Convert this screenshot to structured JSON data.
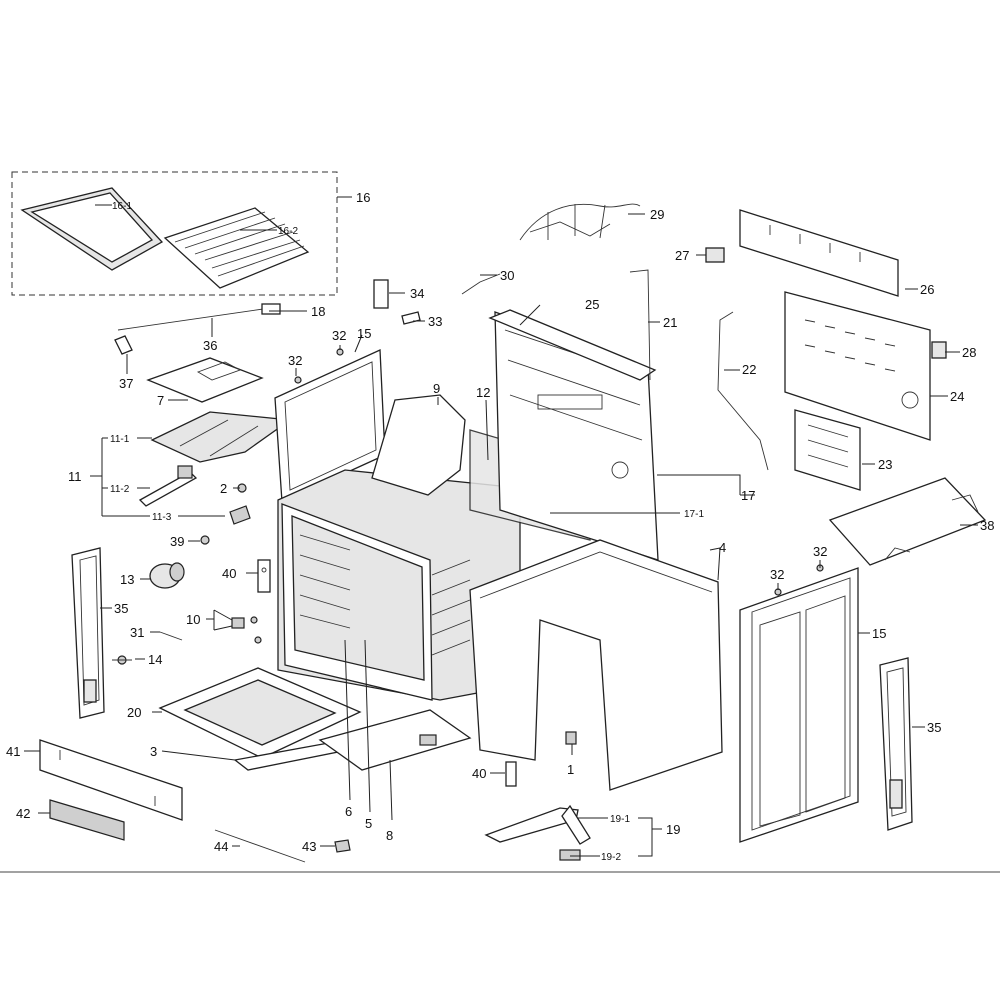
{
  "callouts": {
    "c1": "1",
    "c2": "2",
    "c3": "3",
    "c4": "4",
    "c5": "5",
    "c6": "6",
    "c7": "7",
    "c8": "8",
    "c9": "9",
    "c10": "10",
    "c11": "11",
    "c11_1": "11-1",
    "c11_2": "11-2",
    "c11_3": "11-3",
    "c12": "12",
    "c13": "13",
    "c14": "14",
    "c15a": "15",
    "c15b": "15",
    "c16": "16",
    "c16_1": "16-1",
    "c16_2": "16-2",
    "c17": "17",
    "c17_1": "17-1",
    "c18": "18",
    "c19": "19",
    "c19_1": "19-1",
    "c19_2": "19-2",
    "c20": "20",
    "c21": "21",
    "c22": "22",
    "c23": "23",
    "c24": "24",
    "c25": "25",
    "c26": "26",
    "c27": "27",
    "c28": "28",
    "c29": "29",
    "c30": "30",
    "c31": "31",
    "c32a": "32",
    "c32b": "32",
    "c32c": "32",
    "c32d": "32",
    "c33": "33",
    "c34": "34",
    "c35a": "35",
    "c35b": "35",
    "c36": "36",
    "c37": "37",
    "c38": "38",
    "c39": "39",
    "c40a": "40",
    "c40b": "40",
    "c41": "41",
    "c42": "42",
    "c43": "43",
    "c44": "44"
  },
  "colors": {
    "line": "#222222",
    "watermark": "#dcdcdc",
    "background": "#ffffff"
  }
}
